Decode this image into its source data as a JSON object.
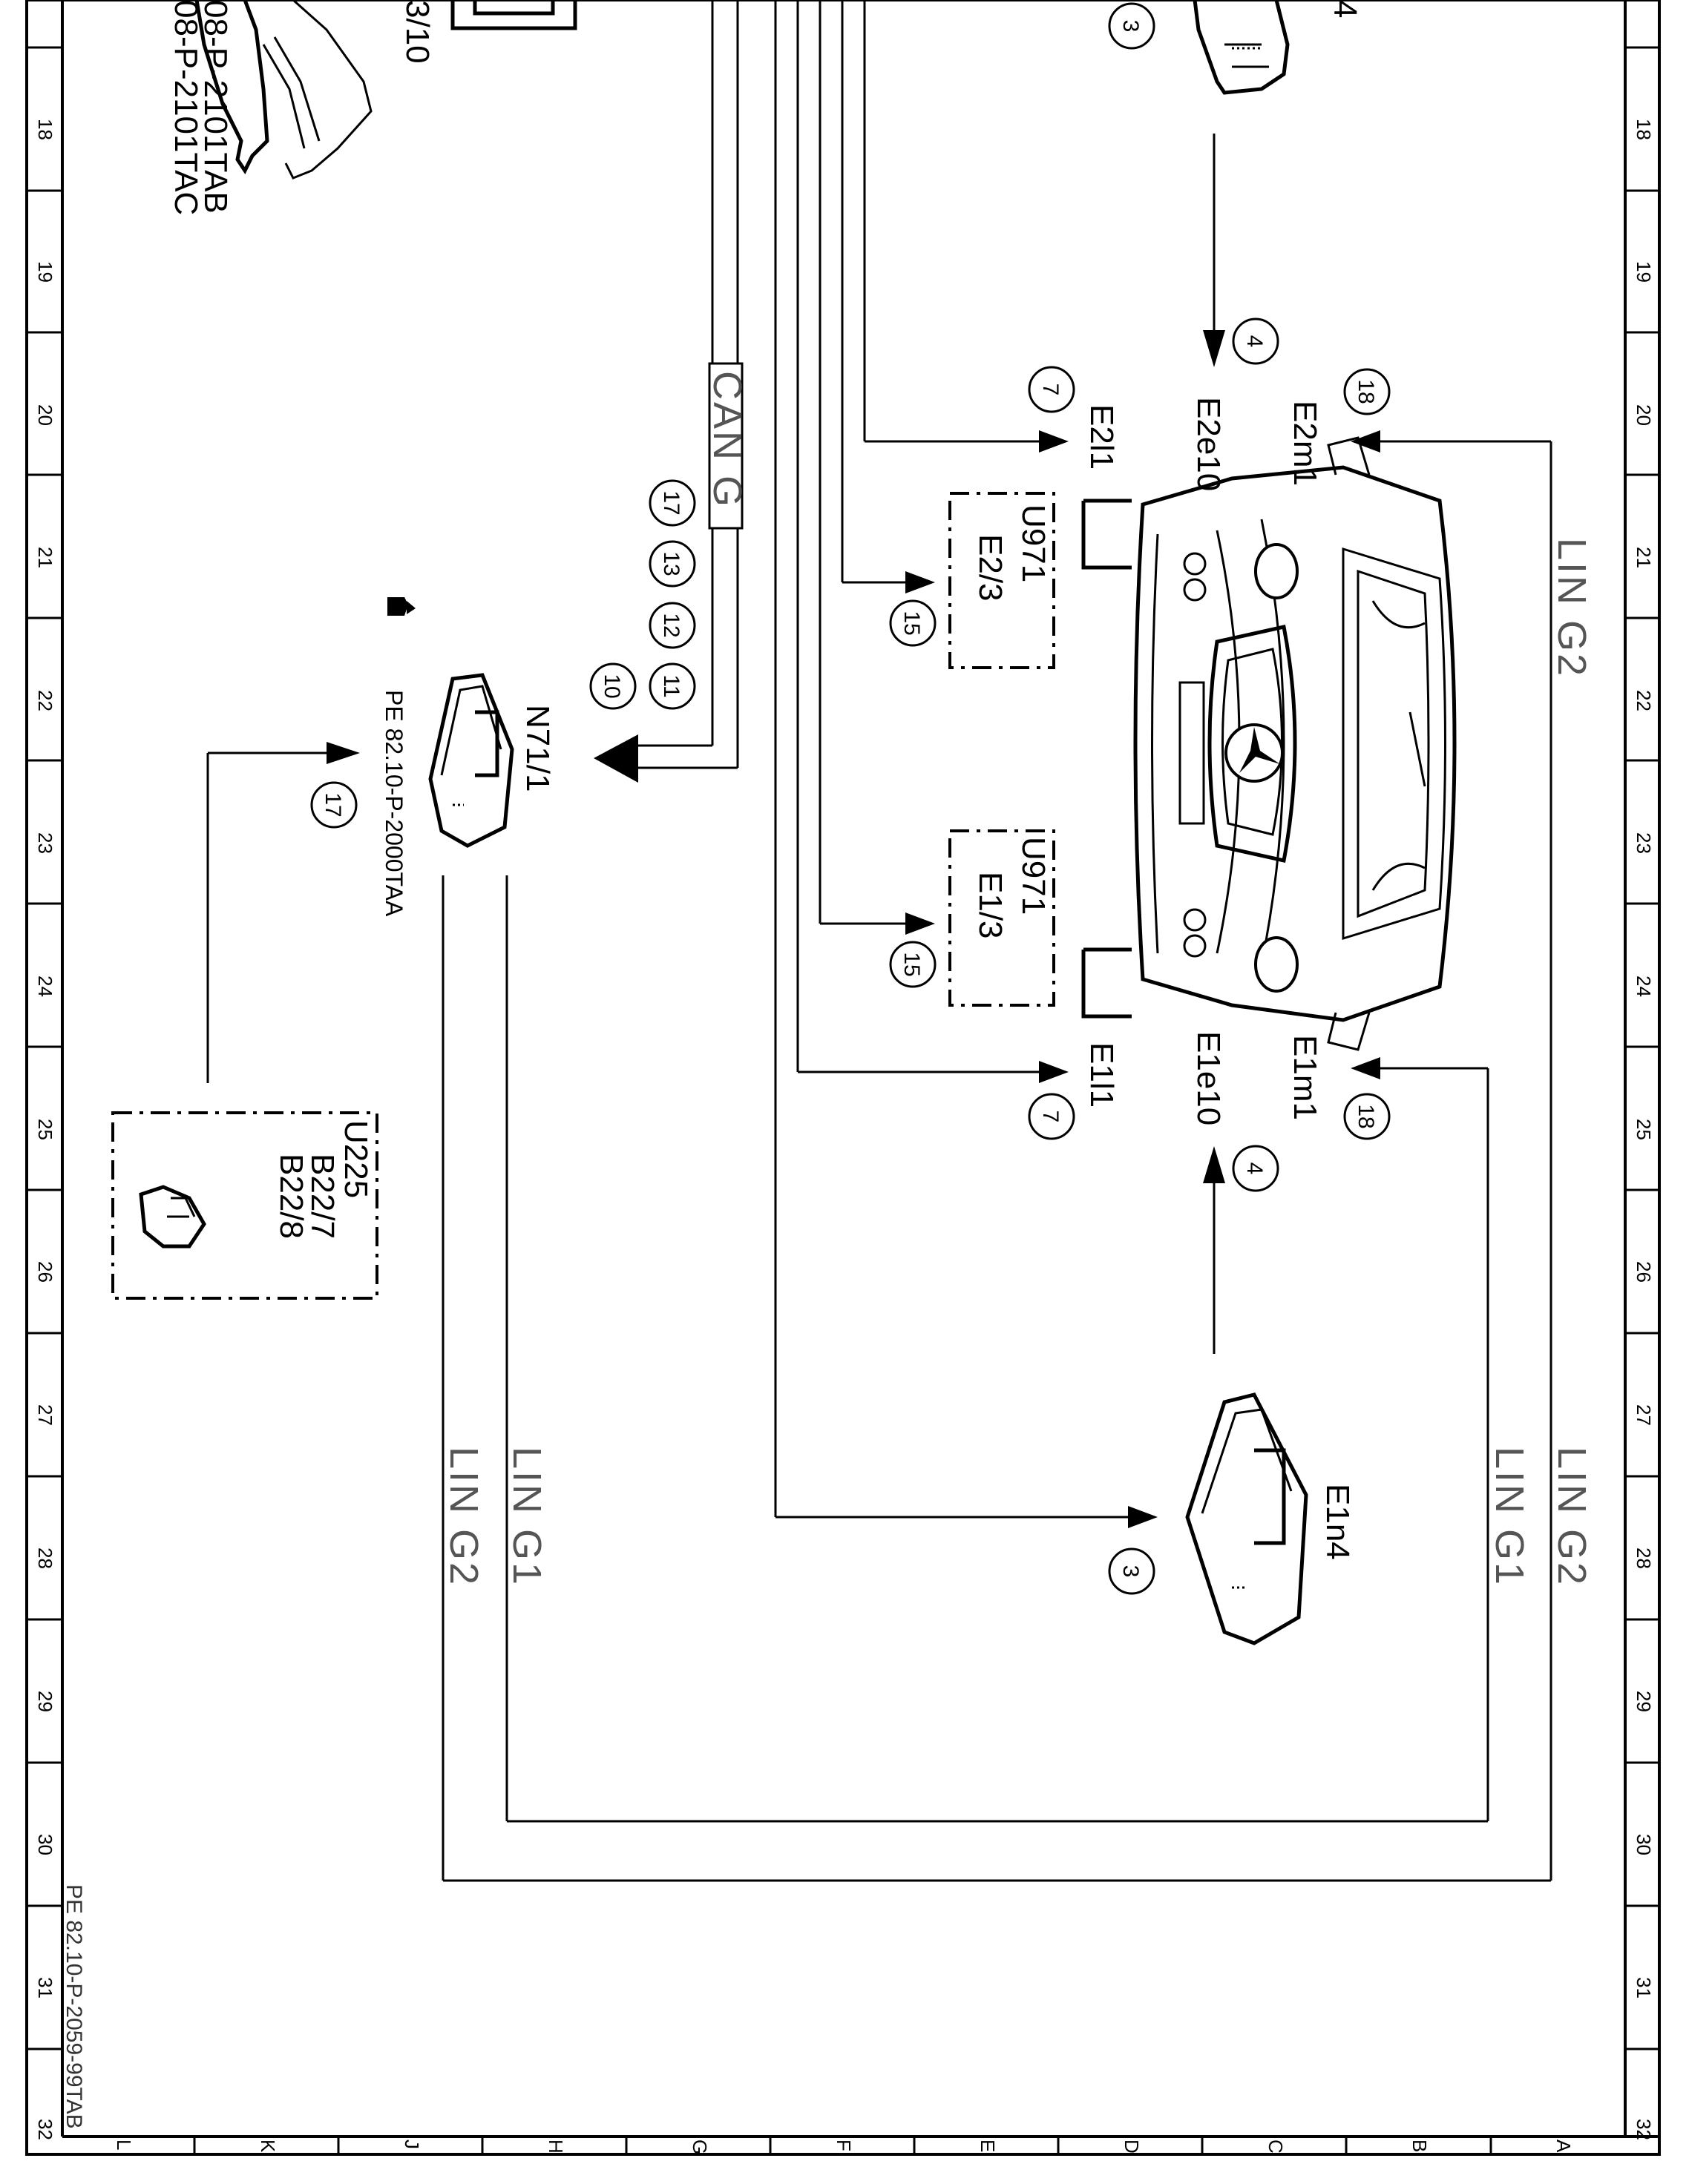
{
  "grid": {
    "rows": [
      "18",
      "19",
      "20",
      "21",
      "22",
      "23",
      "24",
      "25",
      "26",
      "27",
      "28",
      "29",
      "30",
      "31",
      "32"
    ],
    "cols": [
      "A",
      "B",
      "C",
      "D",
      "E",
      "F",
      "G",
      "H",
      "J",
      "K",
      "L"
    ]
  },
  "topleft": {
    "code1": "08-P-2101TAB",
    "code2": "08-P-2101TAC",
    "code3": "3/10"
  },
  "buses": {
    "can": "CAN G",
    "lin_g2_right": "LIN G2",
    "lin_g1_right": "LIN G1",
    "lin_g2_right_lower": "LIN G2",
    "lin_g1_left": "LIN G1",
    "lin_g2_left": "LIN G2"
  },
  "components": {
    "e2m1": "E2m1",
    "e2e10": "E2e10",
    "e2l1": "E2l1",
    "e1m1": "E1m1",
    "e1e10": "E1e10",
    "e1l1": "E1l1",
    "e1n4": "E1n4",
    "e2n4_partial": "4",
    "n71_1": "N71/1",
    "n71_ref": "PE 82.10-P-2000TAA",
    "u971_top": "U971",
    "e2_3": "E2/3",
    "u971_bottom": "U971",
    "e1_3": "E1/3",
    "u225": "U225",
    "b22_7": "B22/7",
    "b22_8": "B22/8"
  },
  "callouts": {
    "c3_top": "3",
    "c4_top": "4",
    "c7_top": "7",
    "c18_top": "18",
    "c15_top": "15",
    "c15_bottom": "15",
    "c7_bottom": "7",
    "c18_bottom": "18",
    "c4_bottom": "4",
    "c3_bottom": "3",
    "c17_can": "17",
    "c13": "13",
    "c12": "12",
    "c11": "11",
    "c10": "10",
    "c17_u225": "17"
  },
  "doc_ref": "PE 82.10-P-2059-99TAB"
}
